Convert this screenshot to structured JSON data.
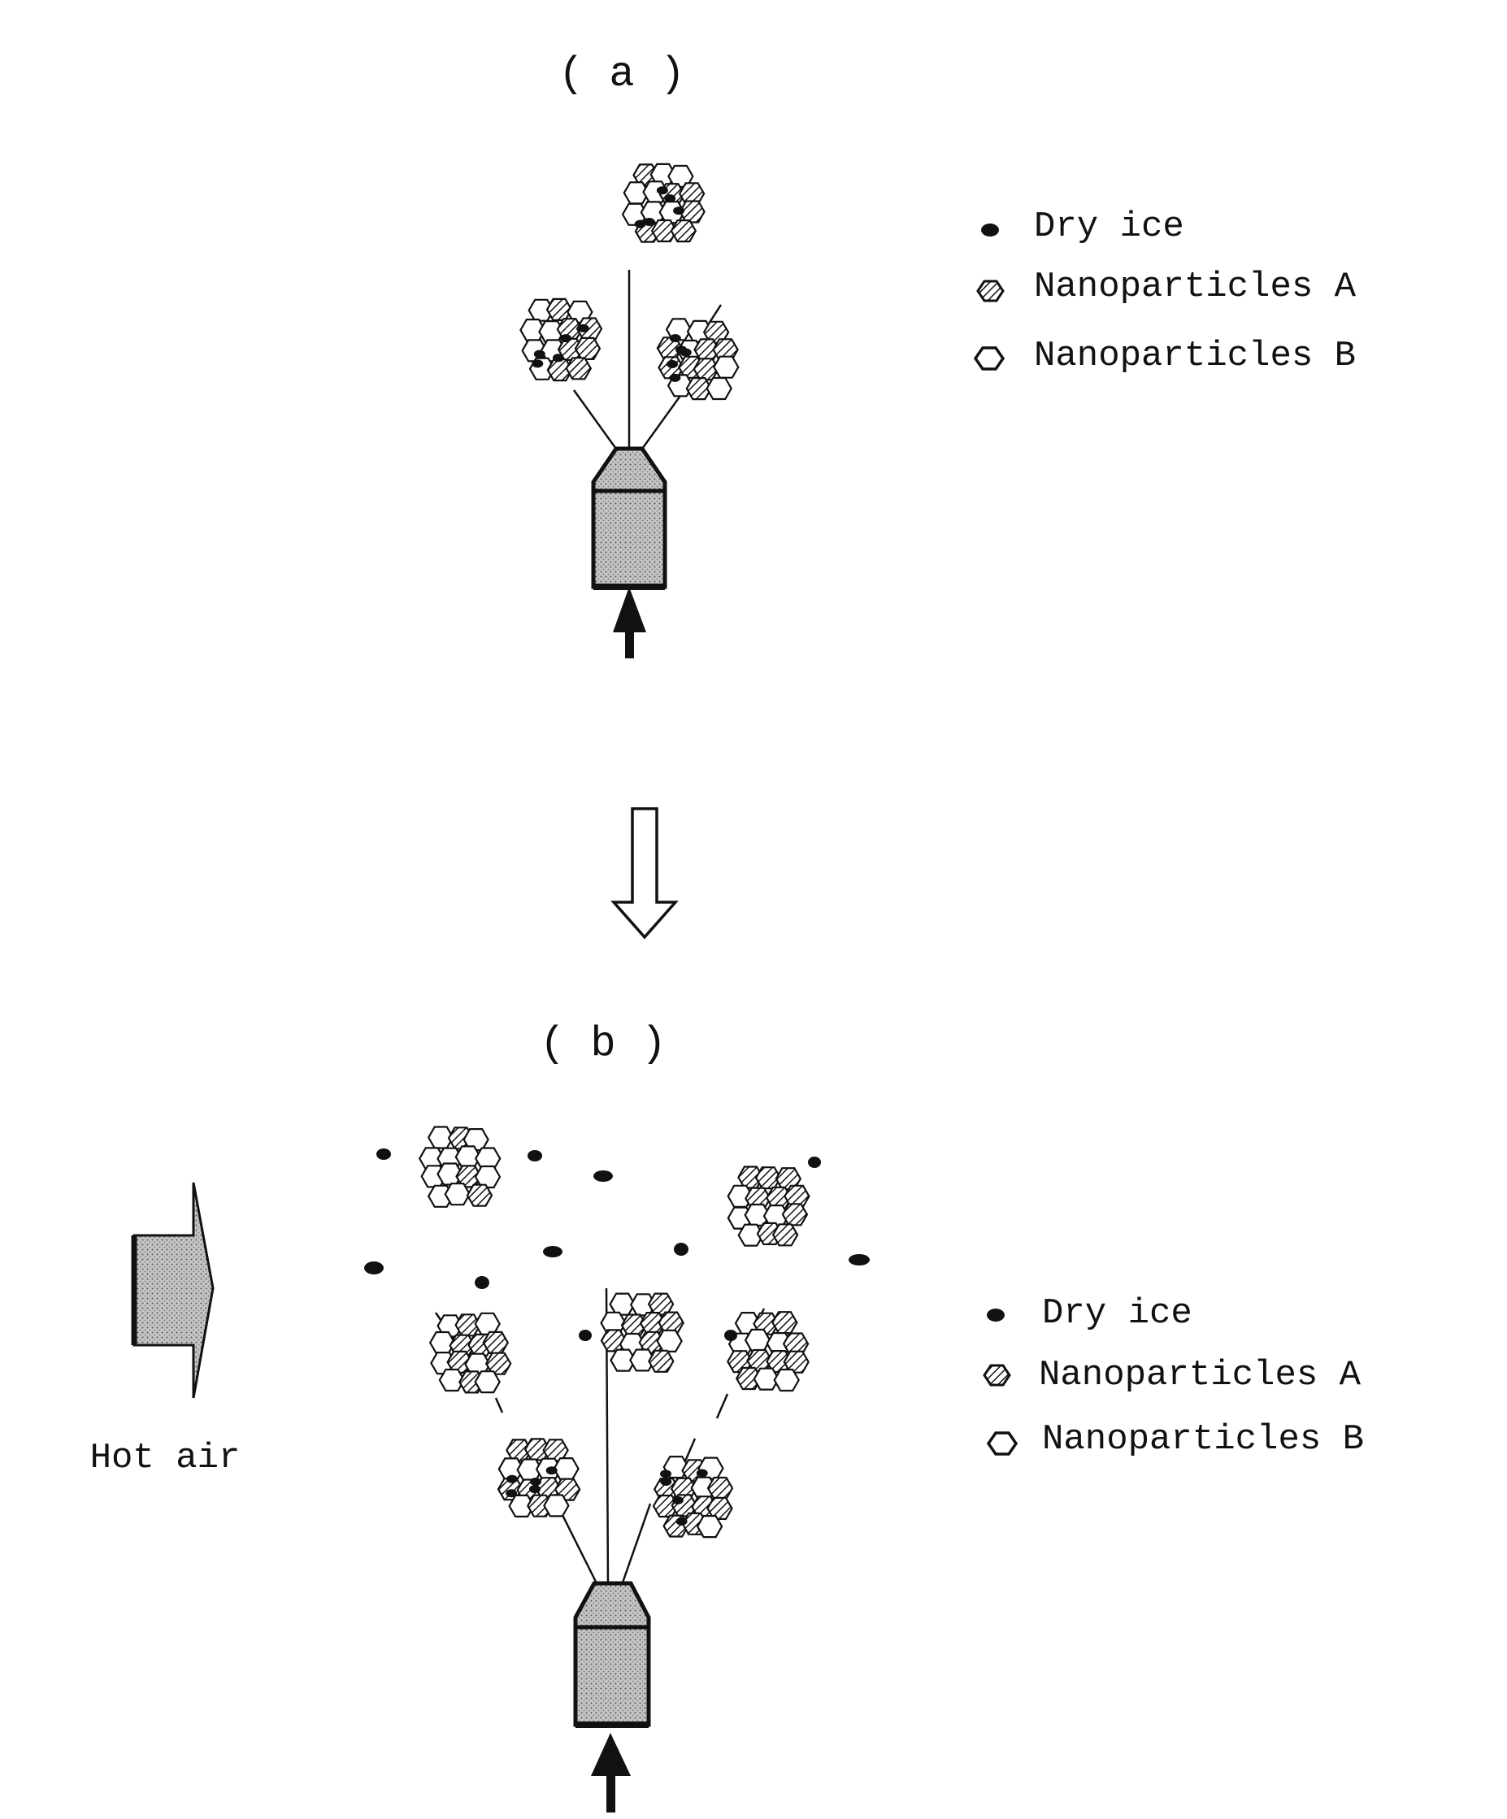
{
  "panel_a": {
    "label": "( a )",
    "legend": [
      {
        "symbol": "dry-ice",
        "text": "Dry ice"
      },
      {
        "symbol": "nanoparticle-a",
        "text": "Nanoparticles A"
      },
      {
        "symbol": "nanoparticle-b",
        "text": "Nanoparticles B"
      }
    ]
  },
  "panel_b": {
    "label": "( b )",
    "hot_air_label": "Hot air",
    "legend": [
      {
        "symbol": "dry-ice",
        "text": "Dry ice"
      },
      {
        "symbol": "nanoparticle-a",
        "text": "Nanoparticles A"
      },
      {
        "symbol": "nanoparticle-b",
        "text": "Nanoparticles B"
      }
    ]
  },
  "colors": {
    "ink": "#111111",
    "nozzle_fill": "#bdbdbd",
    "background": "#ffffff"
  }
}
